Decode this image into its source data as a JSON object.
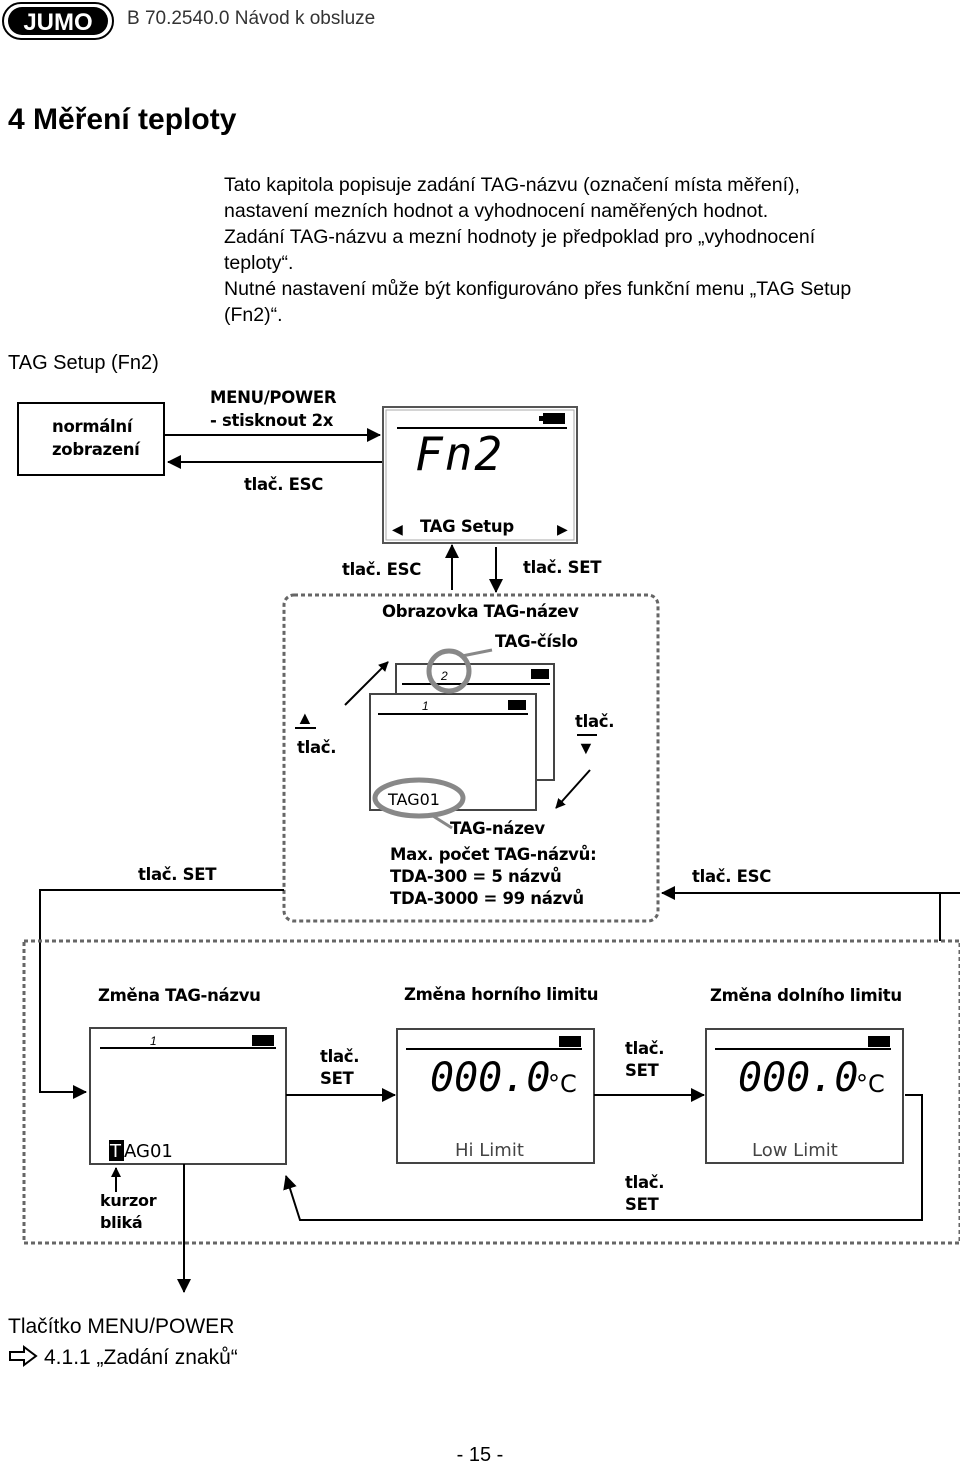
{
  "header": {
    "logo_text": "JUMO",
    "doc_title": "B 70.2540.0 Návod k obsluze"
  },
  "section": {
    "title": "4 Měření teploty",
    "intro_lines": [
      "Tato kapitola popisuje zadání TAG-názvu (označení místa měření),",
      "nastavení mezních hodnot a vyhodnocení naměřených hodnot.",
      "Zadání TAG-názvu a mezní hodnoty je předpoklad pro „vyhodnocení",
      "teploty“.",
      "Nutné nastavení může být konfigurováno přes funkční menu „TAG Setup",
      "(Fn2)“."
    ],
    "side_heading": "TAG Setup (Fn2)"
  },
  "diagram": {
    "normal_display": [
      "normální",
      "zobrazení"
    ],
    "menu_power_lines": [
      "MENU/POWER",
      "- stisknout 2x"
    ],
    "esc_key_top": "tlač. ESC",
    "fn2_display": "Fn2",
    "tag_setup_label": "TAG Setup",
    "esc_key": "tlač. ESC",
    "set_key": "tlač. SET",
    "tag_name_screen": "Obrazovka TAG-název",
    "tag_number": "TAG-číslo",
    "key_up": "tlač.",
    "key_down": "tlač.",
    "stack_digit_back": "2",
    "stack_digit_front": "1",
    "tag_example": "TAG01",
    "tag_name": "TAG-název",
    "max_count_lines": [
      "Max. počet TAG-názvů:",
      "TDA-300 = 5 názvů",
      "TDA-3000 = 99 názvů"
    ],
    "set_left": "tlač. SET",
    "esc_right": "tlač. ESC",
    "change_tag_name": "Změna TAG-názvu",
    "change_hi_limit": "Změna horního limitu",
    "change_low_limit": "Změna dolního limitu",
    "edit_digit": "1",
    "edit_cursor_char": "T",
    "edit_tag_rest": "AG01",
    "set_mid_1": [
      "tlač.",
      "SET"
    ],
    "set_mid_2": [
      "tlač.",
      "SET"
    ],
    "set_bottom": [
      "tlač.",
      "SET"
    ],
    "value_display": "000.0",
    "unit": "°C",
    "hi_limit": "Hi Limit",
    "low_limit": "Low Limit",
    "cursor_blinks": [
      "kurzor",
      "bliká"
    ]
  },
  "footer": {
    "button_ref": "Tlačítko MENU/POWER",
    "arrow_icon": "hollow-right-arrow-icon",
    "link_text": "4.1.1 „Zadání znaků“",
    "page_number": "- 15 -"
  }
}
